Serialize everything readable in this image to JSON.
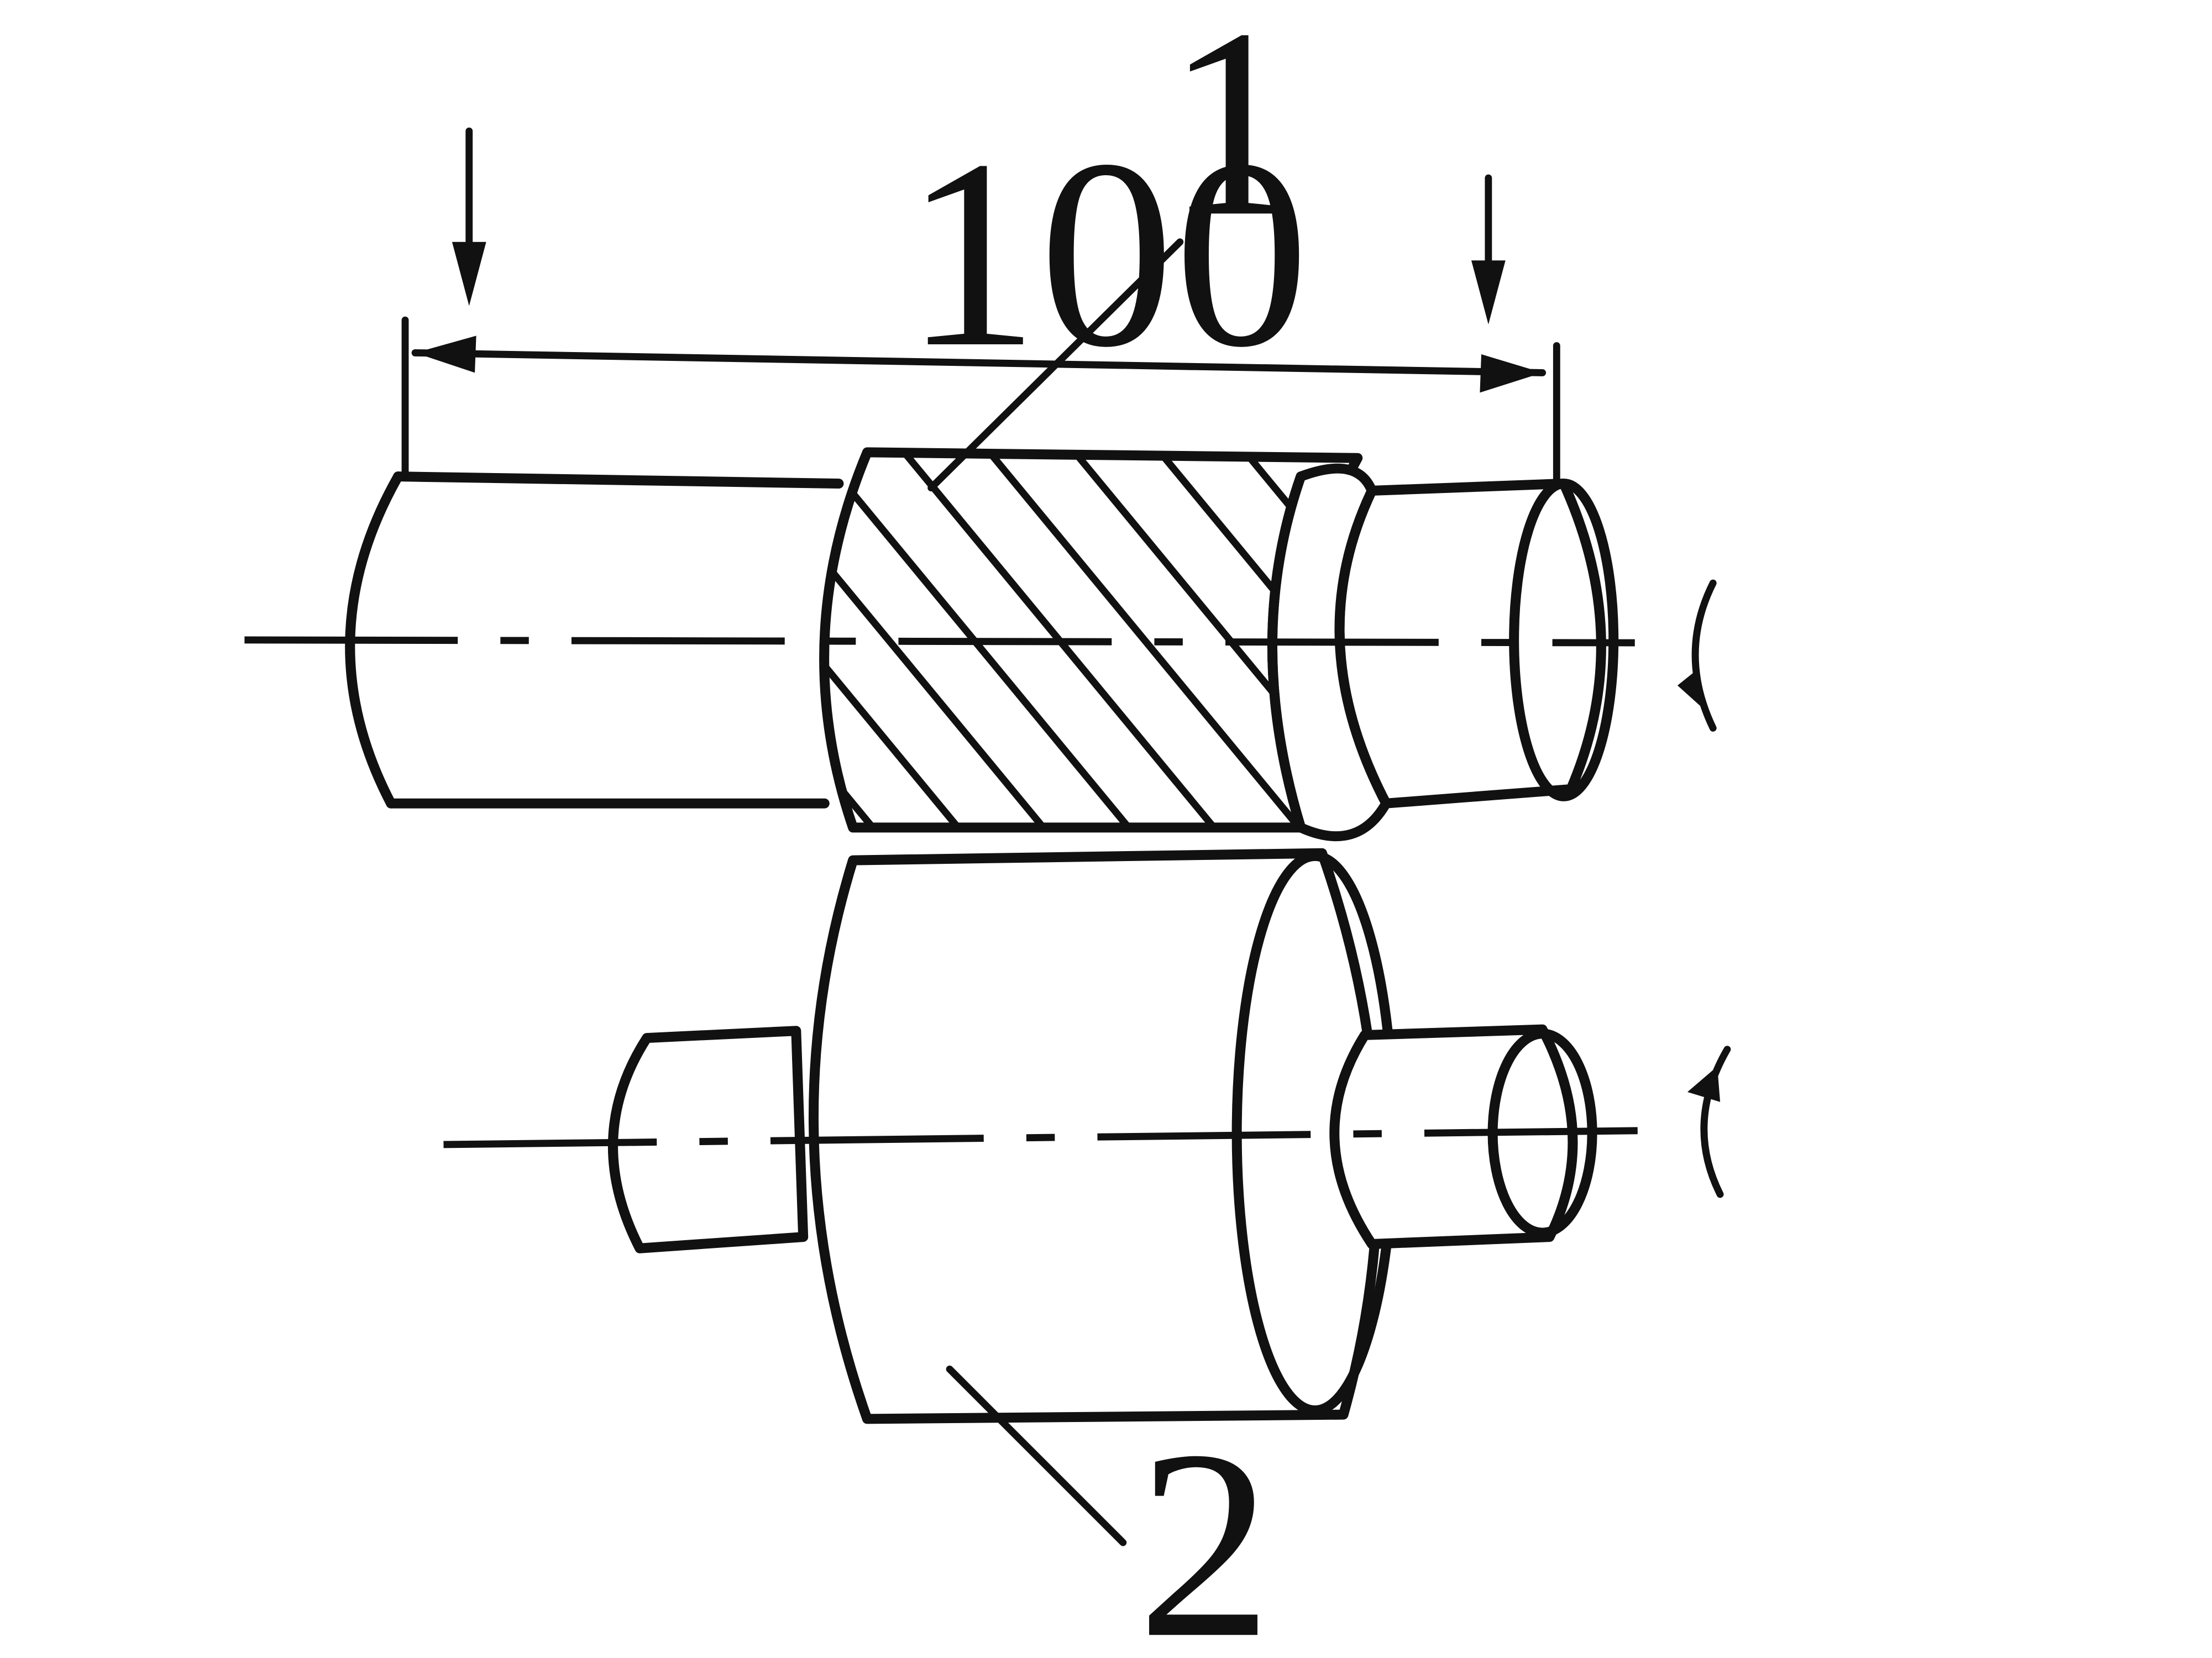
{
  "labels": {
    "dimension": "100",
    "part_1": "1",
    "part_2": "2"
  },
  "colors": {
    "ink": "#111111",
    "paper": "#ffffff"
  }
}
